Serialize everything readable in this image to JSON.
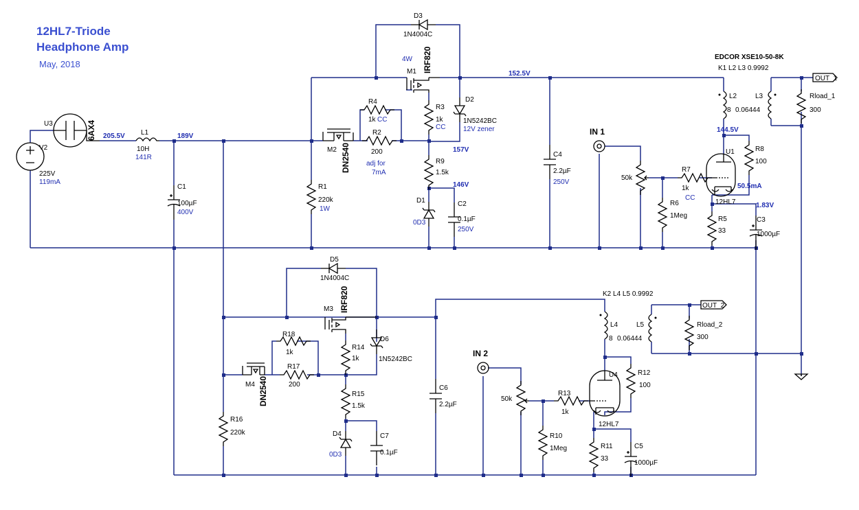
{
  "title": {
    "line1": "12HL7-Triode",
    "line2": "Headphone Amp",
    "date": "May, 2018"
  },
  "transformer_notes": {
    "ch1": "EDCOR XSE10-50-8K",
    "ch1_coupling": "K1 L2 L3 0.9992",
    "ch2_coupling": "K2 L4 L5 0.9992"
  },
  "nets": {
    "v_205": "205.5V",
    "v_189": "189V",
    "v_152": "152.5V",
    "v_157": "157V",
    "v_146": "146V",
    "v_144": "144.5V",
    "v_183": "1.83V",
    "u1_current": "50.5mA"
  },
  "ports": {
    "out1": "OUT_1",
    "out2": "OUT_2",
    "in1": "IN 1",
    "in2": "IN 2"
  },
  "components": {
    "U3": {
      "ref": "U3",
      "value": "6AX4"
    },
    "V2": {
      "ref": "V2",
      "value": "225V",
      "note": "119mA"
    },
    "L1": {
      "ref": "L1",
      "value": "10H",
      "note": "141R"
    },
    "C1": {
      "ref": "C1",
      "value": "100µF",
      "note": "400V"
    },
    "R1": {
      "ref": "R1",
      "value": "220k",
      "note": "1W"
    },
    "M2": {
      "ref": "M2",
      "value": "DN2540"
    },
    "R4": {
      "ref": "R4",
      "value": "1k",
      "note": "CC"
    },
    "R2": {
      "ref": "R2",
      "value": "200",
      "note1": "adj for",
      "note2": "7mA"
    },
    "D3": {
      "ref": "D3",
      "value": "1N4004C"
    },
    "M1": {
      "ref": "M1",
      "value": "IRF820",
      "note": "4W"
    },
    "R3": {
      "ref": "R3",
      "value": "1k",
      "note": "CC"
    },
    "D2": {
      "ref": "D2",
      "value": "1N5242BC",
      "note": "12V zener"
    },
    "R9": {
      "ref": "R9",
      "value": "1.5k"
    },
    "D1": {
      "ref": "D1",
      "value": "0D3"
    },
    "C2": {
      "ref": "C2",
      "value": "0.1µF",
      "note": "250V"
    },
    "C4": {
      "ref": "C4",
      "value": "2.2µF",
      "note": "250V"
    },
    "POT1": {
      "value": "50k"
    },
    "R7": {
      "ref": "R7",
      "value": "1k",
      "note": "CC"
    },
    "R6": {
      "ref": "R6",
      "value": "1Meg"
    },
    "L2": {
      "ref": "L2",
      "value": "8"
    },
    "L3": {
      "ref": "L3",
      "value": "0.06444"
    },
    "Rload_1": {
      "ref": "Rload_1",
      "value": "300"
    },
    "U1": {
      "ref": "U1",
      "value": "12HL7"
    },
    "R8": {
      "ref": "R8",
      "value": "100"
    },
    "R5": {
      "ref": "R5",
      "value": "33"
    },
    "C3": {
      "ref": "C3",
      "value": "1000µF"
    },
    "D5": {
      "ref": "D5",
      "value": "1N4004C"
    },
    "M3": {
      "ref": "M3",
      "value": "IRF820"
    },
    "R18": {
      "ref": "R18",
      "value": "1k"
    },
    "R17": {
      "ref": "R17",
      "value": "200"
    },
    "M4": {
      "ref": "M4",
      "value": "DN2540"
    },
    "R14": {
      "ref": "R14",
      "value": "1k"
    },
    "D6": {
      "ref": "D6",
      "value": "1N5242BC"
    },
    "R15": {
      "ref": "R15",
      "value": "1.5k"
    },
    "D4": {
      "ref": "D4",
      "value": "0D3"
    },
    "C7": {
      "ref": "C7",
      "value": "0.1µF"
    },
    "R16": {
      "ref": "R16",
      "value": "220k"
    },
    "C6": {
      "ref": "C6",
      "value": "2.2µF"
    },
    "POT2": {
      "value": "50k"
    },
    "R13": {
      "ref": "R13",
      "value": "1k"
    },
    "R10": {
      "ref": "R10",
      "value": "1Meg"
    },
    "L4": {
      "ref": "L4",
      "value": "8"
    },
    "L5": {
      "ref": "L5",
      "value": "0.06444"
    },
    "Rload_2": {
      "ref": "Rload_2",
      "value": "300"
    },
    "U4": {
      "ref": "U4",
      "value": "12HL7"
    },
    "R12": {
      "ref": "R12",
      "value": "100"
    },
    "R11": {
      "ref": "R11",
      "value": "33"
    },
    "C5": {
      "ref": "C5",
      "value": "1000µF"
    }
  }
}
